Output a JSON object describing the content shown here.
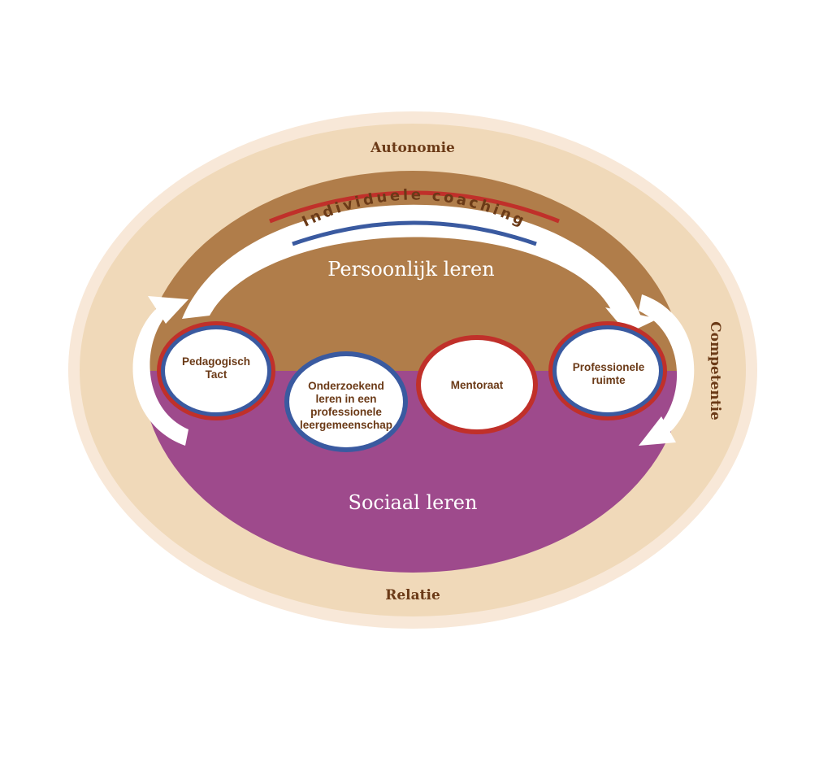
{
  "outer_ring": {
    "top_label": "Autonomie",
    "right_label": "Competentie",
    "bottom_label": "Relatie"
  },
  "arc_label": "Individuele coaching",
  "zones": {
    "upper": "Persoonlijk leren",
    "lower": "Sociaal leren"
  },
  "circles": [
    {
      "lines": [
        "Pedagogisch",
        "Tact"
      ]
    },
    {
      "lines": [
        "Onderzoekend",
        "leren in een",
        "professionele",
        "leergemeenschap"
      ]
    },
    {
      "lines": [
        "Mentoraat"
      ]
    },
    {
      "lines": [
        "Professionele",
        "ruimte"
      ]
    }
  ],
  "colors": {
    "outer_halo": "#f8e8d8",
    "outer_ring": "#f0d9b9",
    "upper_zone": "#b07d4a",
    "lower_zone": "#9e4a8c",
    "red": "#c0302a",
    "blue": "#3a5aa0",
    "text_brown": "#6b3a17"
  }
}
